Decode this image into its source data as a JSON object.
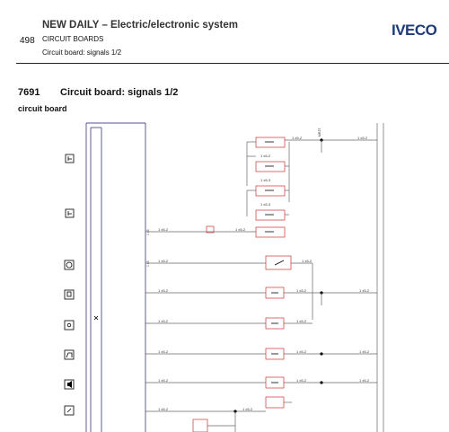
{
  "header": {
    "page_number": "498",
    "title": "NEW DAILY – Electric/electronic system",
    "subtitle": "CIRCUIT BOARDS",
    "subsubtitle": "Circuit board: signals 1/2",
    "brand": "IVECO"
  },
  "section": {
    "number": "7691",
    "title": "Circuit board: signals 1/2",
    "label": "circuit board"
  }
}
